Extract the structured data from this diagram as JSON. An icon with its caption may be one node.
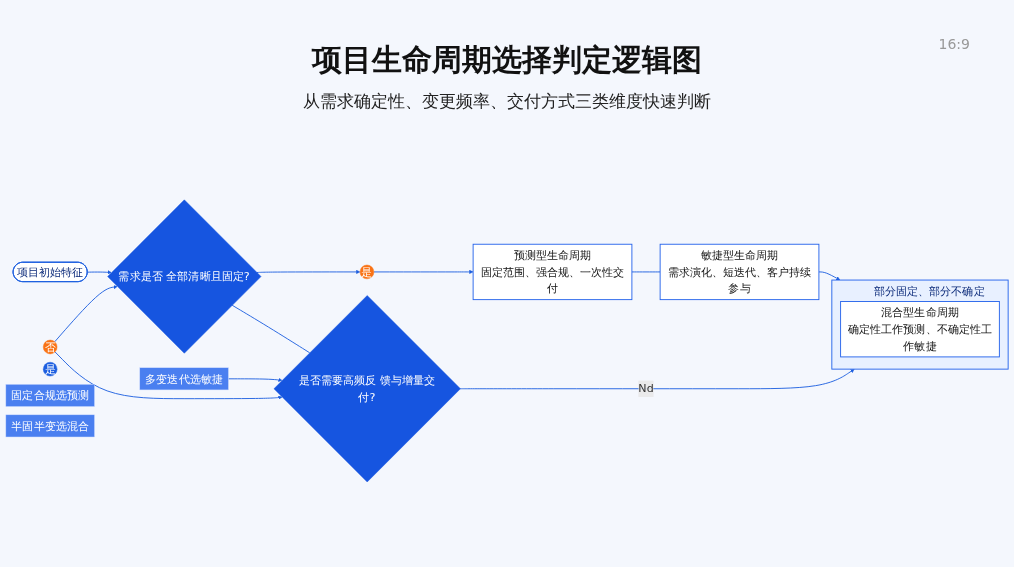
{
  "diagram": {
    "title": "项目生命周期选择判定逻辑图",
    "caption": "从需求确定性、变更频率、交付方式三类维度快速判断",
    "nodes": [
      {
        "text": [
          "项目初始特征"
        ]
      },
      {
        "text": [
          "需求是否 全部清晰且固定?"
        ]
      },
      {
        "text": [
          "是"
        ]
      },
      {
        "text": [
          "否"
        ]
      },
      {
        "text": [
          "预测型生命周期",
          "固定范围、强合规、一次性交付"
        ]
      },
      {
        "text": [
          "是"
        ]
      },
      {
        "text": [
          "敏捷型生命周期",
          "需求演化、短迭代、客户持续参与"
        ]
      },
      {
        "text": [
          "是否需要高频反 馈与增量交付?"
        ]
      },
      {
        "text": [
          "部分固定、部分不确定"
        ]
      },
      {
        "text": [
          "混合型生命周期",
          "确定性工作预测、不确定性工作敏捷"
        ],
        "in": 8
      },
      {
        "text": [
          "固定合规选预测"
        ]
      },
      {
        "text": [
          "多变迭代选敏捷"
        ]
      },
      {
        "text": [
          "半固半变选混合"
        ]
      }
    ],
    "edges": [
      {
        "from": 0,
        "to": 1,
        "arrow": "to"
      },
      {
        "from": 1,
        "to": 2,
        "arrow": "to"
      },
      {
        "from": 2,
        "to": 4,
        "arrow": "to"
      },
      {
        "from": 3,
        "to": 1,
        "arrow": "to"
      },
      {
        "from": 3,
        "to": 7,
        "arrow": "to"
      },
      {
        "from": 1,
        "to": 7,
        "arrow": "none"
      },
      {
        "from": 4,
        "to": 6,
        "arrow": "none"
      },
      {
        "from": 6,
        "to": 8,
        "arrow": "to"
      },
      {
        "from": 7,
        "to": 8,
        "arrow": "to",
        "label": "Nd"
      },
      {
        "from": 11,
        "to": 7,
        "arrow": "to"
      }
    ],
    "labels": [
      "16:9"
    ]
  }
}
